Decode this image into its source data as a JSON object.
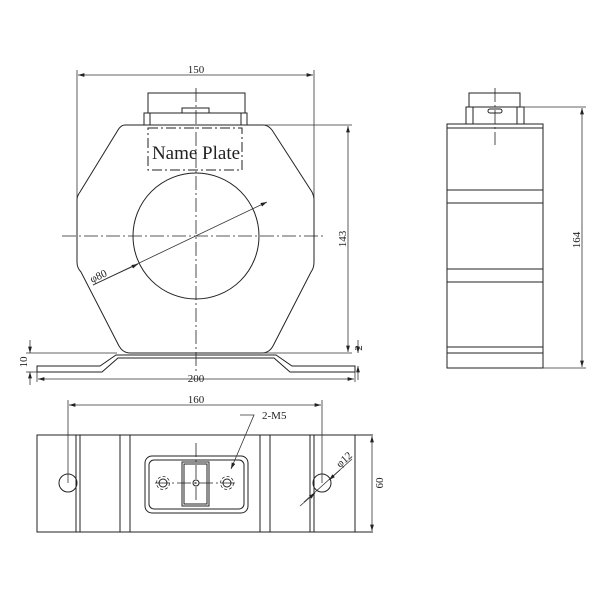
{
  "front_view": {
    "name_plate_label": "Name Plate",
    "width_dim": "150",
    "height_dim": "143",
    "bore_dim": "φ80",
    "base_width_dim": "200",
    "base_height_dim": "10",
    "base_gap_dim": "2"
  },
  "side_view": {
    "height_dim": "164"
  },
  "top_view": {
    "hole_spacing_dim": "160",
    "thread_callout": "2-M5",
    "hole_dia_dim": "φ12",
    "depth_dim": "60"
  },
  "colors": {
    "line": "#222222",
    "background": "#ffffff"
  }
}
